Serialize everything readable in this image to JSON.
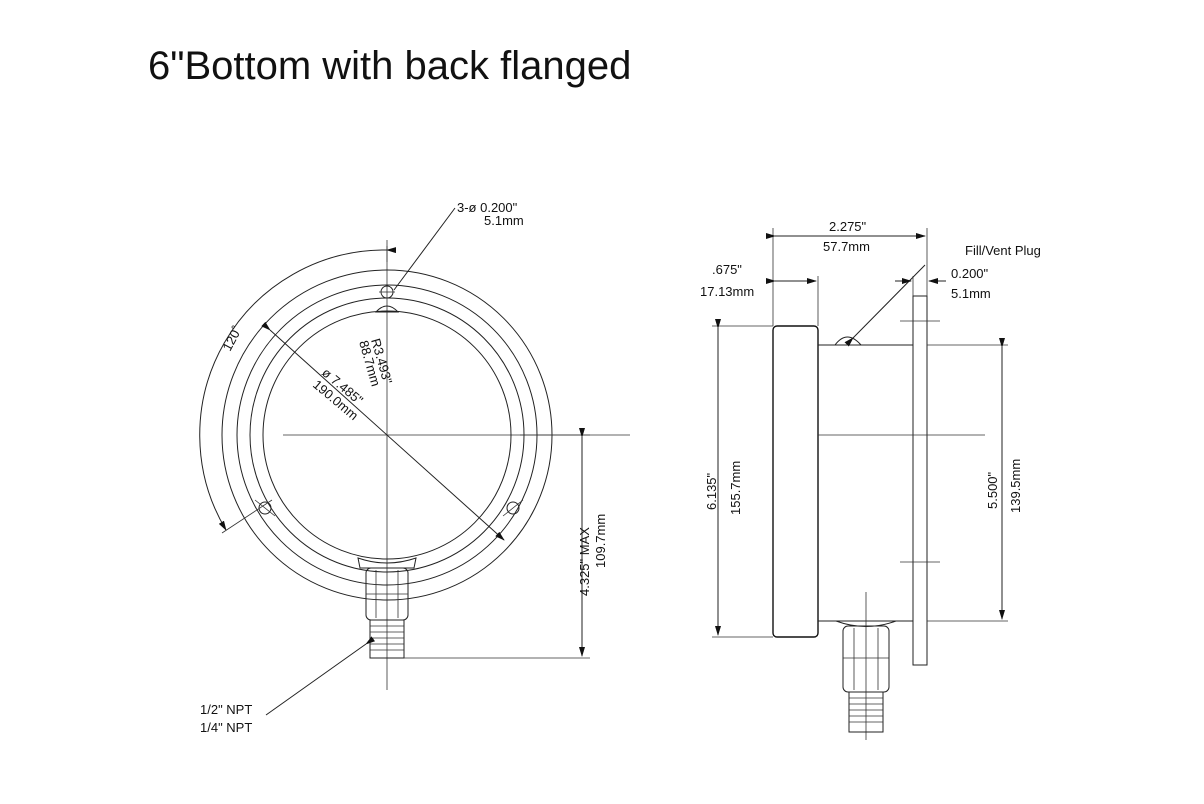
{
  "title": "6\"Bottom with back flanged",
  "front_view": {
    "hole_label_1": "3-ø 0.200\"",
    "hole_label_2": "5.1mm",
    "angle_label": "120˚",
    "radius_label_1": "R3.493\"",
    "radius_label_2": "88.7mm",
    "dia_label_1": "ø 7.485\"",
    "dia_label_2": "190.0mm",
    "height_label_1": "4.325\" MAX",
    "height_label_2": "109.7mm",
    "npt_label_1": "1/2\" NPT",
    "npt_label_2": "1/4\" NPT"
  },
  "side_view": {
    "depth_label_1": "2.275\"",
    "depth_label_2": "57.7mm",
    "bezel_label_1": ".675\"",
    "bezel_label_2": "17.13mm",
    "plug_label": "Fill/Vent Plug",
    "flange_label_1": "0.200\"",
    "flange_label_2": "5.1mm",
    "case_label_1": "6.135\"",
    "case_label_2": "155.7mm",
    "body_label_1": "5.500\"",
    "body_label_2": "139.5mm"
  }
}
